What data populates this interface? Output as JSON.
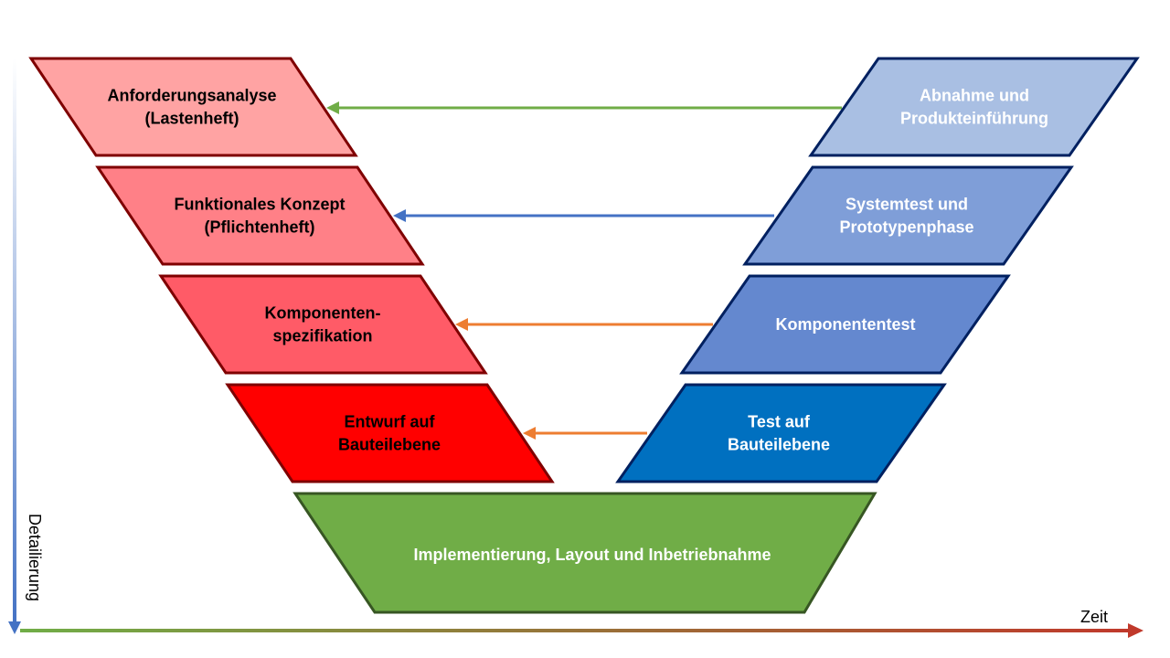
{
  "left_phases": [
    {
      "lines": [
        "Anforderungsanalyse",
        "(Lastenheft)"
      ],
      "fill": "#ffa3a3"
    },
    {
      "lines": [
        "Funktionales Konzept",
        "(Pflichtenheft)"
      ],
      "fill": "#ff8087"
    },
    {
      "lines": [
        "Komponenten-",
        "spezifikation"
      ],
      "fill": "#ff5b67"
    },
    {
      "lines": [
        "Entwurf auf",
        "Bauteilebene"
      ],
      "fill": "#ff0000"
    }
  ],
  "right_phases": [
    {
      "lines": [
        "Abnahme und",
        "Produkteinführung"
      ],
      "fill": "#a9bfe3"
    },
    {
      "lines": [
        "Systemtest und",
        "Prototypenphase"
      ],
      "fill": "#7f9ed8"
    },
    {
      "lines": [
        "Komponententest"
      ],
      "fill": "#6488cf"
    },
    {
      "lines": [
        "Test auf",
        "Bauteilebene"
      ],
      "fill": "#0070c0"
    }
  ],
  "bottom_phase": {
    "label": "Implementierung,  Layout und Inbetriebnahme",
    "fill": "#70ad47"
  },
  "arrow_colors": [
    "#70ad47",
    "#4472c4",
    "#ed7d31",
    "#ed7d31"
  ],
  "colors": {
    "left_border": "#7f0000",
    "right_border": "#002060",
    "bottom_border": "#375623"
  },
  "axes": {
    "x_label": "Zeit",
    "y_label": "Detailierung"
  }
}
